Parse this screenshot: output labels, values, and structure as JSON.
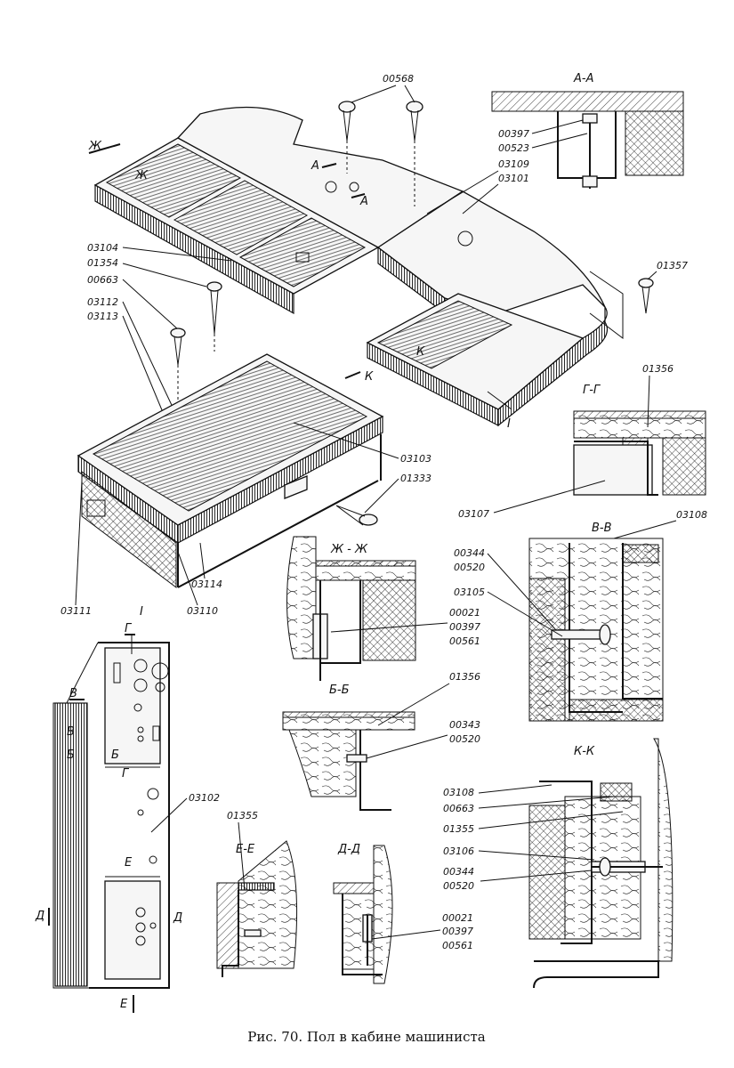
{
  "caption": "Рис. 70. Пол в кабине машиниста",
  "section_titles": {
    "aa": "А-А",
    "gg": "Г-Г",
    "vv": "В-В",
    "zhzh": "Ж - Ж",
    "bb": "Б-Б",
    "kk": "К-К",
    "ee": "Е-Е",
    "dd": "Д-Д",
    "detail_i": "I"
  },
  "markers": {
    "zh": "Ж",
    "a": "А",
    "k": "К",
    "g": "Г",
    "v": "В",
    "b": "Б",
    "e": "Е",
    "d": "Д"
  },
  "labels": {
    "p00568": "00568",
    "p00397": "00397",
    "p00523": "00523",
    "p03109": "03109",
    "p03101": "03101",
    "p03104": "03104",
    "p01354": "01354",
    "p00663": "00663",
    "p03112": "03112",
    "p03113": "03113",
    "p01357": "01357",
    "p01356": "01356",
    "p03103": "03103",
    "p01333": "01333",
    "p03107": "03107",
    "p03114": "03114",
    "p03110": "03110",
    "p03111": "03111",
    "p03108": "03108",
    "p00344": "00344",
    "p00520": "00520",
    "p03105": "03105",
    "p00021": "00021",
    "p00561": "00561",
    "p00343": "00343",
    "p03102": "03102",
    "p01355": "01355",
    "p03106": "03106"
  }
}
